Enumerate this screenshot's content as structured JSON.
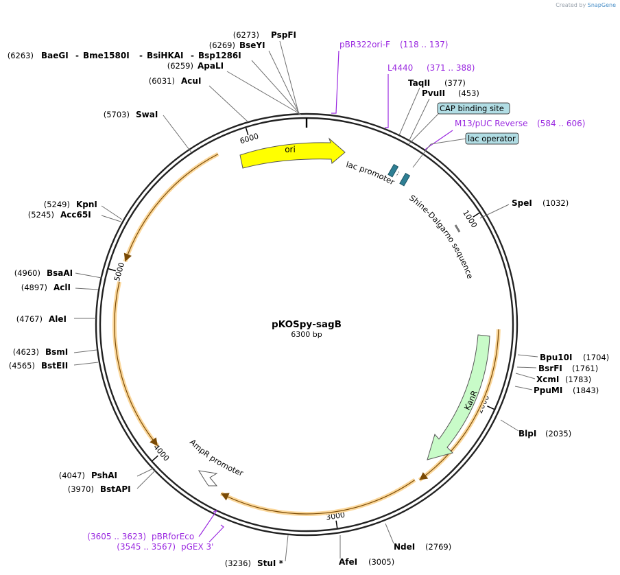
{
  "credit": {
    "prefix": "Created by",
    "brand": "SnapGene"
  },
  "plasmid": {
    "name": "pKOSpy-sagB",
    "length_label": "6300 bp",
    "length_bp": 6300
  },
  "colors": {
    "primer": "#9a29e0",
    "ori": "#ffff00",
    "kanr": "#c8fbc8",
    "orf": "#f7a427",
    "misc_feature_box": "#b1dde4",
    "promoter_block": "#2e7f94"
  },
  "ruler_ticks": [
    {
      "label": "1000",
      "bp": 1000
    },
    {
      "label": "2000",
      "bp": 2000
    },
    {
      "label": "3000",
      "bp": 3000
    },
    {
      "label": "4000",
      "bp": 4000
    },
    {
      "label": "5000",
      "bp": 5000
    },
    {
      "label": "6000",
      "bp": 6000
    }
  ],
  "sites": [
    {
      "name": "PspFI",
      "position": "(6273)",
      "bp": 6273
    },
    {
      "name": "BseYI",
      "position": "(6269)",
      "bp": 6269
    },
    {
      "name": "BaeGI",
      "name2": "Bme1580I",
      "name3": "BsiHKAI",
      "name4": "Bsp1286I",
      "position": "(6263)",
      "bp": 6263
    },
    {
      "name": "ApaLI",
      "position": "(6259)",
      "bp": 6259
    },
    {
      "name": "AcuI",
      "position": "(6031)",
      "bp": 6031
    },
    {
      "name": "SwaI",
      "position": "(5703)",
      "bp": 5703
    },
    {
      "name": "KpnI",
      "position": "(5249)",
      "bp": 5249
    },
    {
      "name": "Acc65I",
      "position": "(5245)",
      "bp": 5245
    },
    {
      "name": "BsaAI",
      "position": "(4960)",
      "bp": 4960
    },
    {
      "name": "AclI",
      "position": "(4897)",
      "bp": 4897
    },
    {
      "name": "AleI",
      "position": "(4767)",
      "bp": 4767
    },
    {
      "name": "BsmI",
      "position": "(4623)",
      "bp": 4623
    },
    {
      "name": "BstEII",
      "position": "(4565)",
      "bp": 4565
    },
    {
      "name": "PshAI",
      "position": "(4047)",
      "bp": 4047
    },
    {
      "name": "BstAPI",
      "position": "(3970)",
      "bp": 3970
    },
    {
      "name": "StuI *",
      "position": "(3236)",
      "bp": 3236
    },
    {
      "name": "AfeI",
      "position": "(3005)",
      "bp": 3005
    },
    {
      "name": "NdeI",
      "position": "(2769)",
      "bp": 2769
    },
    {
      "name": "BlpI",
      "position": "(2035)",
      "bp": 2035
    },
    {
      "name": "PpuMI",
      "position": "(1843)",
      "bp": 1843
    },
    {
      "name": "XcmI",
      "position": "(1783)",
      "bp": 1783
    },
    {
      "name": "BsrFI",
      "position": "(1761)",
      "bp": 1761
    },
    {
      "name": "Bpu10I",
      "position": "(1704)",
      "bp": 1704
    },
    {
      "name": "SpeI",
      "position": "(1032)",
      "bp": 1032
    },
    {
      "name": "TaqII",
      "position": "(377)",
      "bp": 377
    },
    {
      "name": "PvuII",
      "position": "(453)",
      "bp": 453
    }
  ],
  "primers": [
    {
      "name": "pBR322ori-F",
      "range": "(118 .. 137)"
    },
    {
      "name": "L4440",
      "range": "(371 .. 388)"
    },
    {
      "name": "M13/pUC Reverse",
      "range": "(584 .. 606)"
    },
    {
      "name": "pBRforEco",
      "range": "(3605 .. 3623)"
    },
    {
      "name": "pGEX 3'",
      "range": "(3545 .. 3567)"
    }
  ],
  "boxed_features": [
    {
      "name": "CAP binding site"
    },
    {
      "name": "lac operator"
    }
  ],
  "features": {
    "ori": "ori",
    "kanr": "KanR",
    "lac_promoter": "lac promoter",
    "shine_dalgarno": "Shine-Dalgarno sequence",
    "ampr_promoter": "AmpR promoter"
  }
}
